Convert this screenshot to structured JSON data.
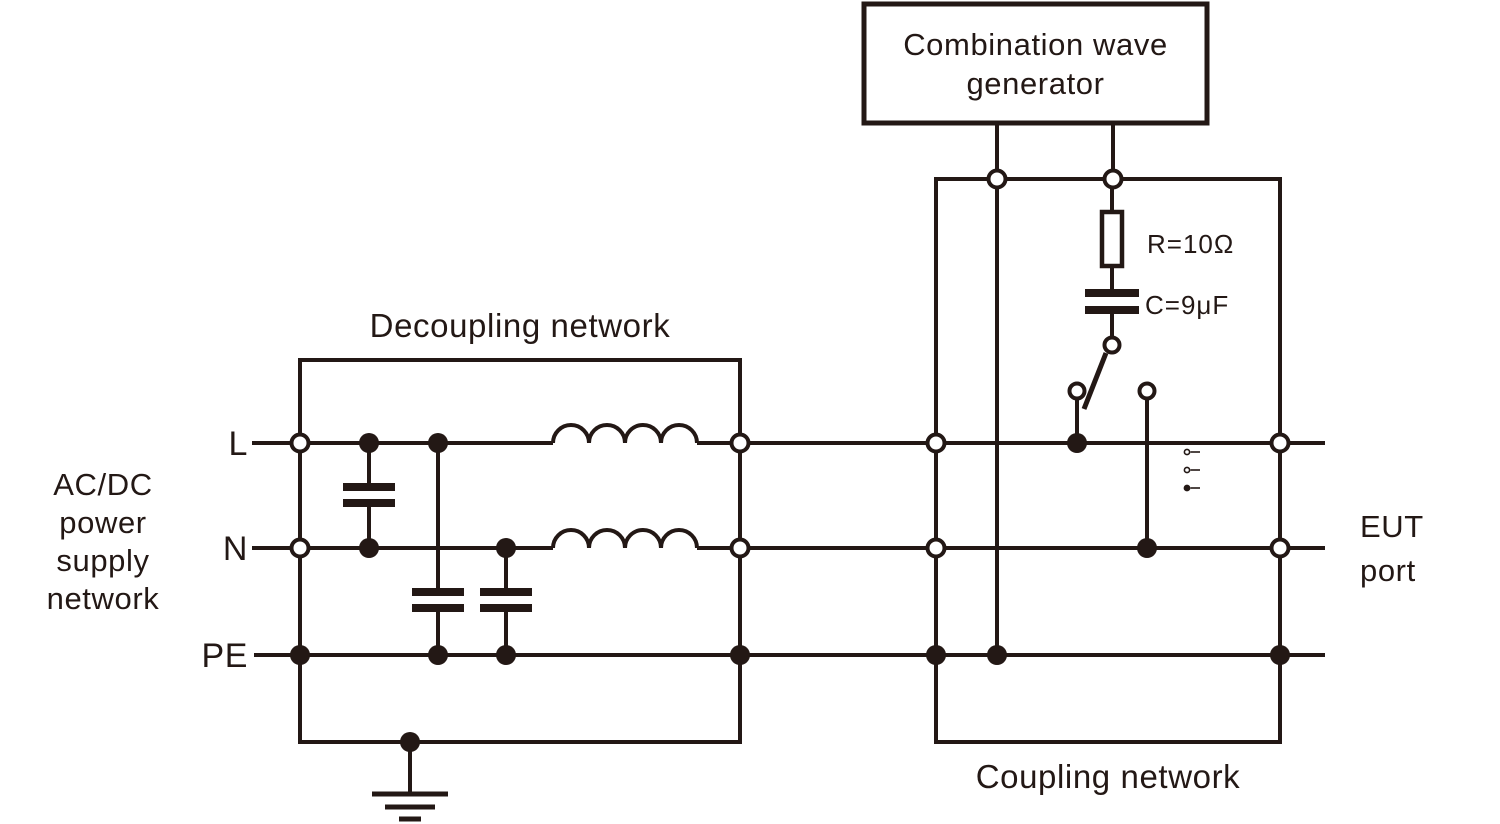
{
  "colors": {
    "ink": "#231815",
    "paper": "#ffffff"
  },
  "generator": {
    "lines": [
      "Combination wave",
      "generator"
    ]
  },
  "decoupling": {
    "title": "Decoupling network"
  },
  "coupling": {
    "title": "Coupling network"
  },
  "components": {
    "resistor_value": "R=10Ω",
    "capacitor_value": "C=9μF"
  },
  "source": {
    "lines": [
      "AC/DC",
      "power",
      "supply",
      "network"
    ]
  },
  "eut": {
    "lines": [
      "EUT",
      "port"
    ]
  },
  "wires": {
    "l": "L",
    "n": "N",
    "pe": "PE"
  }
}
